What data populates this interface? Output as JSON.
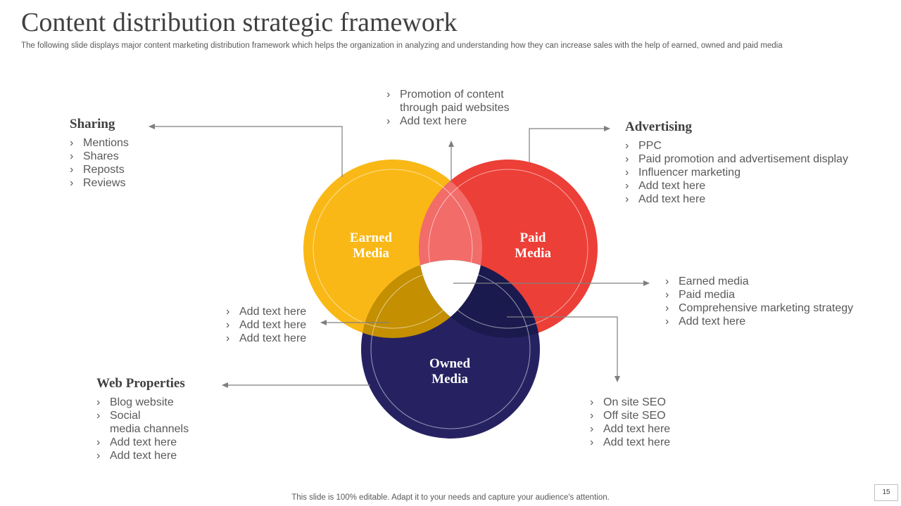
{
  "slide": {
    "title": "Content distribution strategic framework",
    "subtitle": "The following slide displays major content marketing distribution framework which helps the organization in analyzing and understanding how they can increase sales with the help of earned, owned and paid media",
    "footer": "This slide is 100% editable. Adapt it to your needs and capture your audience's attention.",
    "page_number": "15"
  },
  "colors": {
    "earned": "#F9B816",
    "paid": "#EC3F37",
    "owned": "#262262",
    "earned_paid_overlap": "#F26C6A",
    "earned_owned_overlap": "#C48F00",
    "paid_owned_overlap": "#1A1A4E",
    "center_overlap": "#FFFFFF",
    "connector": "#7F7F7F"
  },
  "circles": {
    "earned": {
      "label_line1": "Earned",
      "label_line2": "Media"
    },
    "paid": {
      "label_line1": "Paid",
      "label_line2": "Media"
    },
    "owned": {
      "label_line1": "Owned",
      "label_line2": "Media"
    }
  },
  "blocks": {
    "sharing": {
      "heading": "Sharing",
      "items": [
        "Mentions",
        "Shares",
        "Reposts",
        "Reviews"
      ]
    },
    "top": {
      "items": [
        "Promotion of content",
        "through paid websites",
        "Add text here"
      ]
    },
    "advertising": {
      "heading": "Advertising",
      "items": [
        "PPC",
        "Paid promotion and advertisement display",
        "Influencer  marketing",
        "Add text here",
        "Add text here"
      ]
    },
    "center_right": {
      "items": [
        "Earned media",
        "Paid media",
        "Comprehensive marketing strategy",
        "Add text here"
      ]
    },
    "left_middle": {
      "items": [
        "Add text here",
        "Add text here",
        "Add text here"
      ]
    },
    "web_properties": {
      "heading": "Web Properties",
      "items": [
        "Blog website",
        "Social",
        "media channels",
        "Add text here",
        "Add text here"
      ]
    },
    "owned_bottom": {
      "items": [
        "On site SEO",
        "Off site SEO",
        "Add text here",
        "Add text here"
      ]
    }
  }
}
